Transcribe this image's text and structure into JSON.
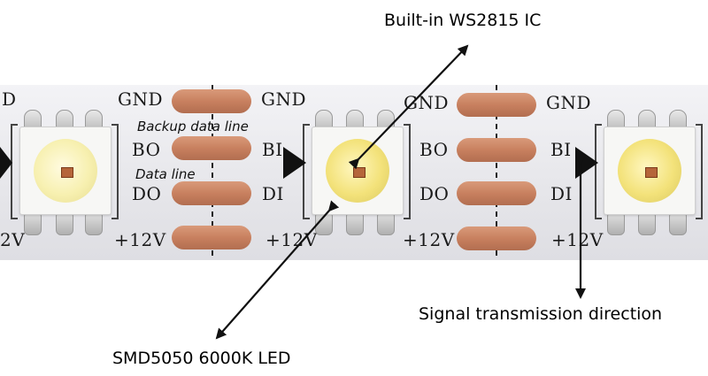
{
  "callouts": {
    "ic": "Built-in WS2815 IC",
    "led": "SMD5050 6000K LED",
    "direction": "Signal transmission direction"
  },
  "silkscreen": {
    "gnd": "GND",
    "bo": "BO",
    "bi": "BI",
    "do": "DO",
    "di": "DI",
    "v12": "+12V",
    "edge_left_gnd": "D",
    "edge_left_v12": "2V",
    "backup_data_line": "Backup data line",
    "data_line": "Data line"
  },
  "colors": {
    "strip": "#ececf0",
    "pad_copper": "#c8805f",
    "led_lens": "#f3e27a",
    "arrow": "#111111"
  }
}
